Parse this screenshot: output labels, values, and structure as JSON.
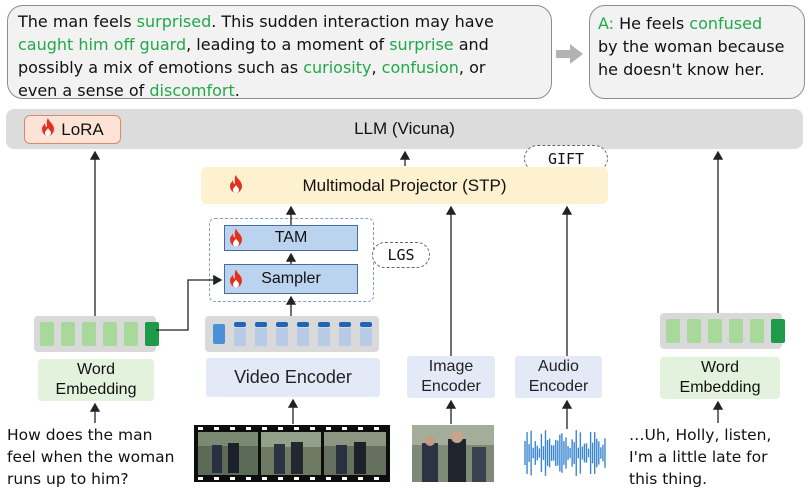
{
  "bubble_left": {
    "lines": [
      [
        {
          "t": "The man feels ",
          "g": false
        },
        {
          "t": "surprised",
          "g": true
        },
        {
          "t": ". This sudden interaction may have",
          "g": false
        }
      ],
      [
        {
          "t": "caught him off guard",
          "g": true
        },
        {
          "t": ", leading to a moment of ",
          "g": false
        },
        {
          "t": "surprise",
          "g": true
        },
        {
          "t": " and",
          "g": false
        }
      ],
      [
        {
          "t": "possibly a mix of emotions such as ",
          "g": false
        },
        {
          "t": "curiosity",
          "g": true
        },
        {
          "t": ", ",
          "g": false
        },
        {
          "t": "confusion",
          "g": true
        },
        {
          "t": ", or",
          "g": false
        }
      ],
      [
        {
          "t": "even a sense of ",
          "g": false
        },
        {
          "t": "discomfort",
          "g": true
        },
        {
          "t": ".",
          "g": false
        }
      ]
    ]
  },
  "bubble_right": {
    "lines": [
      [
        {
          "t": "A:",
          "g": true
        },
        {
          "t": " He feels ",
          "g": false
        },
        {
          "t": "confused",
          "g": true
        }
      ],
      [
        {
          "t": "by the woman because",
          "g": false
        }
      ],
      [
        {
          "t": "he doesn't know her.",
          "g": false
        }
      ]
    ]
  },
  "llm": {
    "title": "LLM (Vicuna)",
    "lora": "LoRA"
  },
  "projector": {
    "label": "Multimodal Projector (STP)",
    "gift": "GIFT"
  },
  "lgs": {
    "label": "LGS",
    "tam": "TAM",
    "sampler": "Sampler"
  },
  "encoders": {
    "video": "Video Encoder",
    "image": [
      "Image",
      "Encoder"
    ],
    "audio": [
      "Audio",
      "Encoder"
    ]
  },
  "embedding_left": [
    "Word",
    "Embedding"
  ],
  "embedding_right": [
    "Word",
    "Embedding"
  ],
  "question": [
    "How does the man",
    "feel when the woman",
    "runs up to him?"
  ],
  "transcript": [
    "…Uh, Holly, listen,",
    "I'm a little late for",
    "this thing."
  ],
  "colors": {
    "green": "#22a84a",
    "token_green": "#a8d89a",
    "token_dark": "#1e9a4a",
    "token_blue": "#1f66b8",
    "flame": "#e2321f"
  }
}
